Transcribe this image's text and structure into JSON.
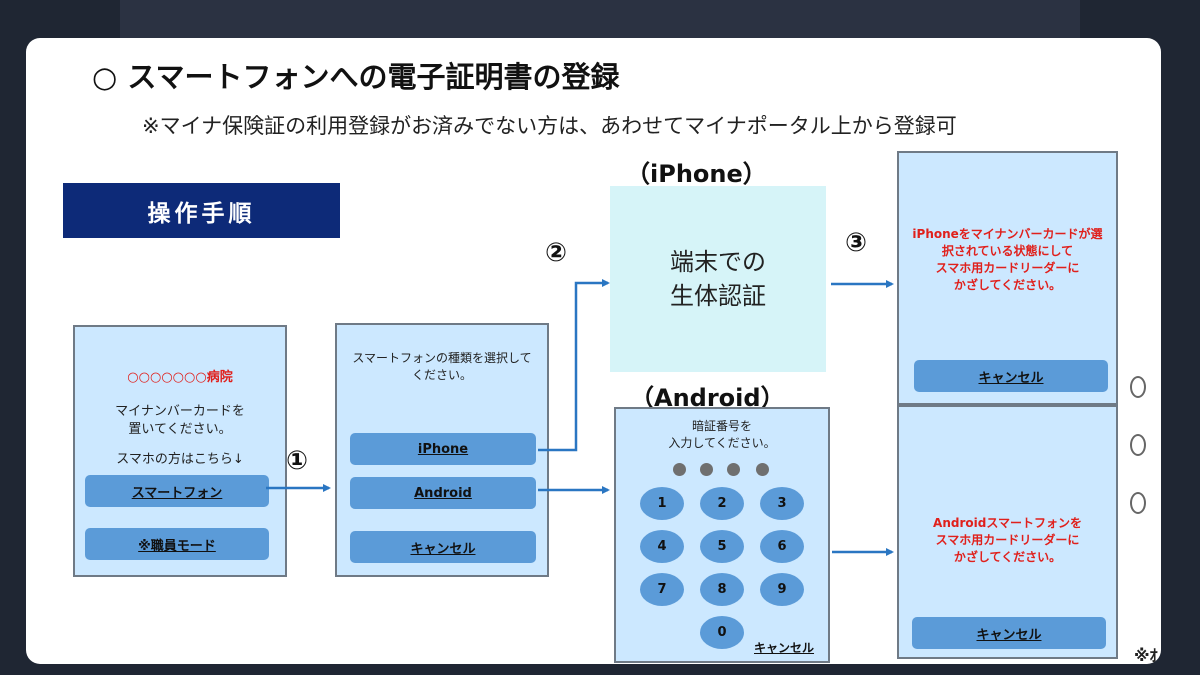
{
  "title": "○ スマートフォンへの電子証明書の登録",
  "subtitle": "※マイナ保険証の利用登録がお済みでない方は、あわせてマイナポータル上から登録可",
  "procedure_label": "操作手順",
  "steps": [
    "①",
    "②",
    "③"
  ],
  "panel1": {
    "hospital": "○○○○○○○病院",
    "instruction_line1": "マイナンバーカードを",
    "instruction_line2": "置いてください。",
    "smartphone_note": "スマホの方はこちら↓",
    "smartphone_button": "スマートフォン",
    "staff_button": "※職員モード"
  },
  "panel2": {
    "prompt_line1": "スマートフォンの種類を選択して",
    "prompt_line2": "ください。",
    "iphone_button": "iPhone",
    "android_button": "Android",
    "cancel_button": "キャンセル"
  },
  "iphone": {
    "heading": "（iPhone）",
    "auth_line1": "端末での",
    "auth_line2": "生体認証"
  },
  "android": {
    "heading": "（Android）",
    "pin_line1": "暗証番号を",
    "pin_line2": "入力してください。",
    "keys": [
      "1",
      "2",
      "3",
      "4",
      "5",
      "6",
      "7",
      "8",
      "9",
      "0"
    ],
    "cancel": "キャンセル"
  },
  "panel_iphone_result": {
    "line1": "iPhoneをマイナンバーカードが選",
    "line2": "択されている状態にして",
    "line3": "スマホ用カードリーダーに",
    "line4": "かざしてください。",
    "cancel_button": "キャンセル"
  },
  "panel_android_result": {
    "line1": "Androidスマートフォンを",
    "line2": "スマホ用カードリーダーに",
    "line3": "かざしてください。",
    "cancel_button": "キャンセル"
  },
  "corner_note": "※ｵ",
  "colors": {
    "panel_fill": "#cce8ff",
    "button_fill": "#5b9bd8",
    "label_navy": "#0d2a78",
    "arrow_blue": "#2a76c2",
    "alert_red": "#e0201c"
  }
}
